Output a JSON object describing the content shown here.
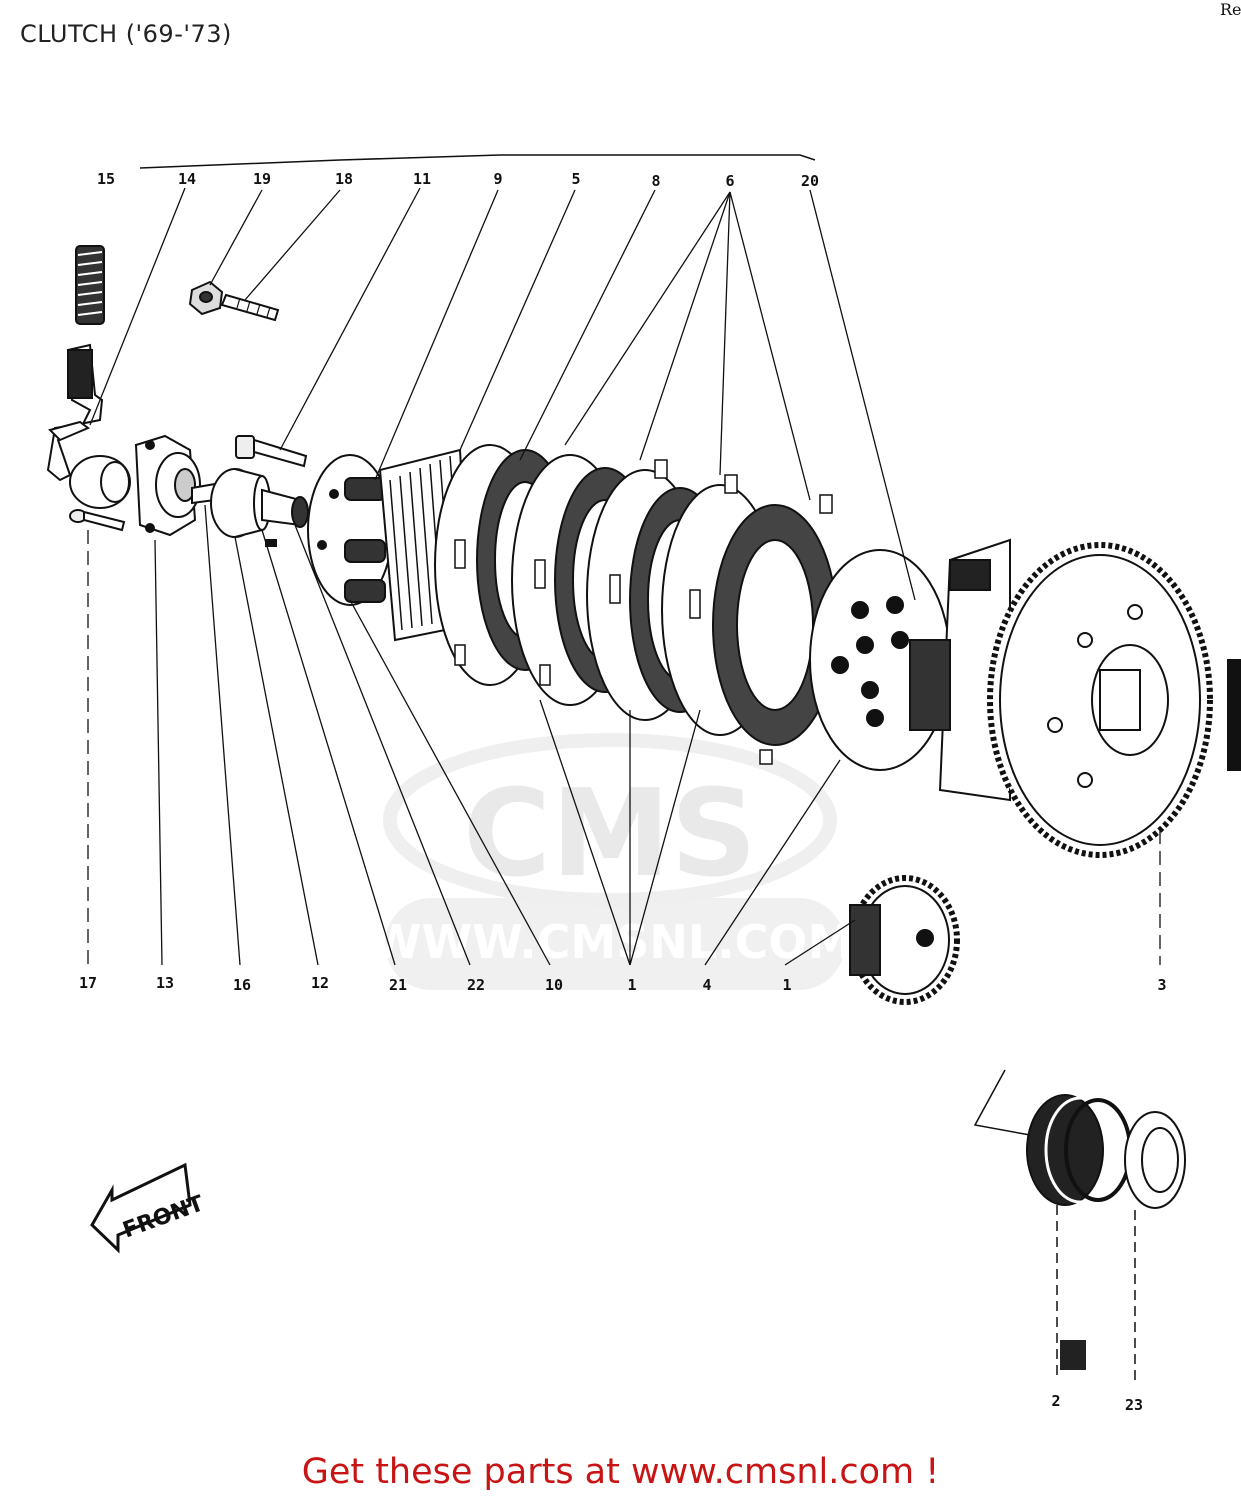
{
  "title": "CLUTCH ('69-'73)",
  "corner_text": "Re",
  "footer_text": "Get these parts at www.cmsnl.com !",
  "watermark": {
    "brand": "CMS",
    "url": "WWW.CMSNL.COM"
  },
  "front_label": "FRONT",
  "colors": {
    "footer": "#c81414",
    "line": "#111111",
    "watermark": "#dddddd"
  },
  "callouts": {
    "top": [
      "15",
      "14",
      "19",
      "18",
      "11",
      "9",
      "5",
      "8",
      "6",
      "20"
    ],
    "bottom": [
      "17",
      "13",
      "16",
      "12",
      "21",
      "22",
      "10",
      "1",
      "4",
      "1",
      "3"
    ],
    "detail": [
      "2",
      "23"
    ]
  }
}
